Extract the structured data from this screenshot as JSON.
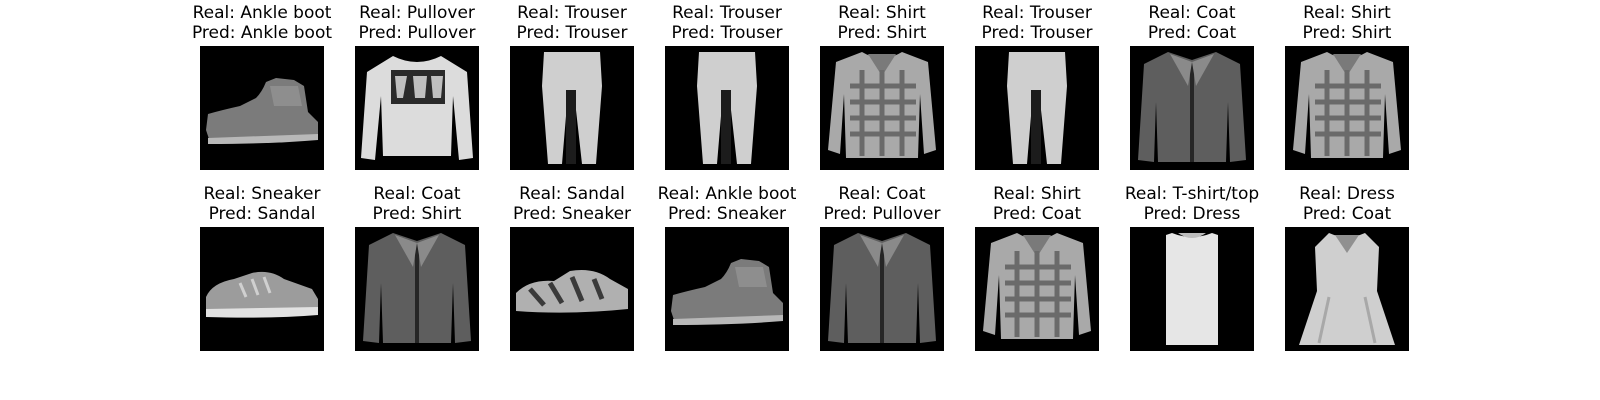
{
  "figure": {
    "panels": [
      {
        "real_label": "Real: Ankle boot",
        "pred_label": "Pred: Ankle boot",
        "glyph": "ankle-boot"
      },
      {
        "real_label": "Real: Pullover",
        "pred_label": "Pred: Pullover",
        "glyph": "pullover"
      },
      {
        "real_label": "Real: Trouser",
        "pred_label": "Pred: Trouser",
        "glyph": "trouser"
      },
      {
        "real_label": "Real: Trouser",
        "pred_label": "Pred: Trouser",
        "glyph": "trouser"
      },
      {
        "real_label": "Real: Shirt",
        "pred_label": "Pred: Shirt",
        "glyph": "shirt"
      },
      {
        "real_label": "Real: Trouser",
        "pred_label": "Pred: Trouser",
        "glyph": "trouser"
      },
      {
        "real_label": "Real: Coat",
        "pred_label": "Pred: Coat",
        "glyph": "coat"
      },
      {
        "real_label": "Real: Shirt",
        "pred_label": "Pred: Shirt",
        "glyph": "shirt"
      },
      {
        "real_label": "Real: Sneaker",
        "pred_label": "Pred: Sandal",
        "glyph": "sneaker"
      },
      {
        "real_label": "Real: Coat",
        "pred_label": "Pred: Shirt",
        "glyph": "coat"
      },
      {
        "real_label": "Real: Sandal",
        "pred_label": "Pred: Sneaker",
        "glyph": "sandal"
      },
      {
        "real_label": "Real: Ankle boot",
        "pred_label": "Pred: Sneaker",
        "glyph": "ankle-boot"
      },
      {
        "real_label": "Real: Coat",
        "pred_label": "Pred: Pullover",
        "glyph": "coat"
      },
      {
        "real_label": "Real: Shirt",
        "pred_label": "Pred: Coat",
        "glyph": "shirt"
      },
      {
        "real_label": "Real: T-shirt/top",
        "pred_label": "Pred: Dress",
        "glyph": "tshirt"
      },
      {
        "real_label": "Real: Dress",
        "pred_label": "Pred: Coat",
        "glyph": "dress"
      }
    ]
  }
}
